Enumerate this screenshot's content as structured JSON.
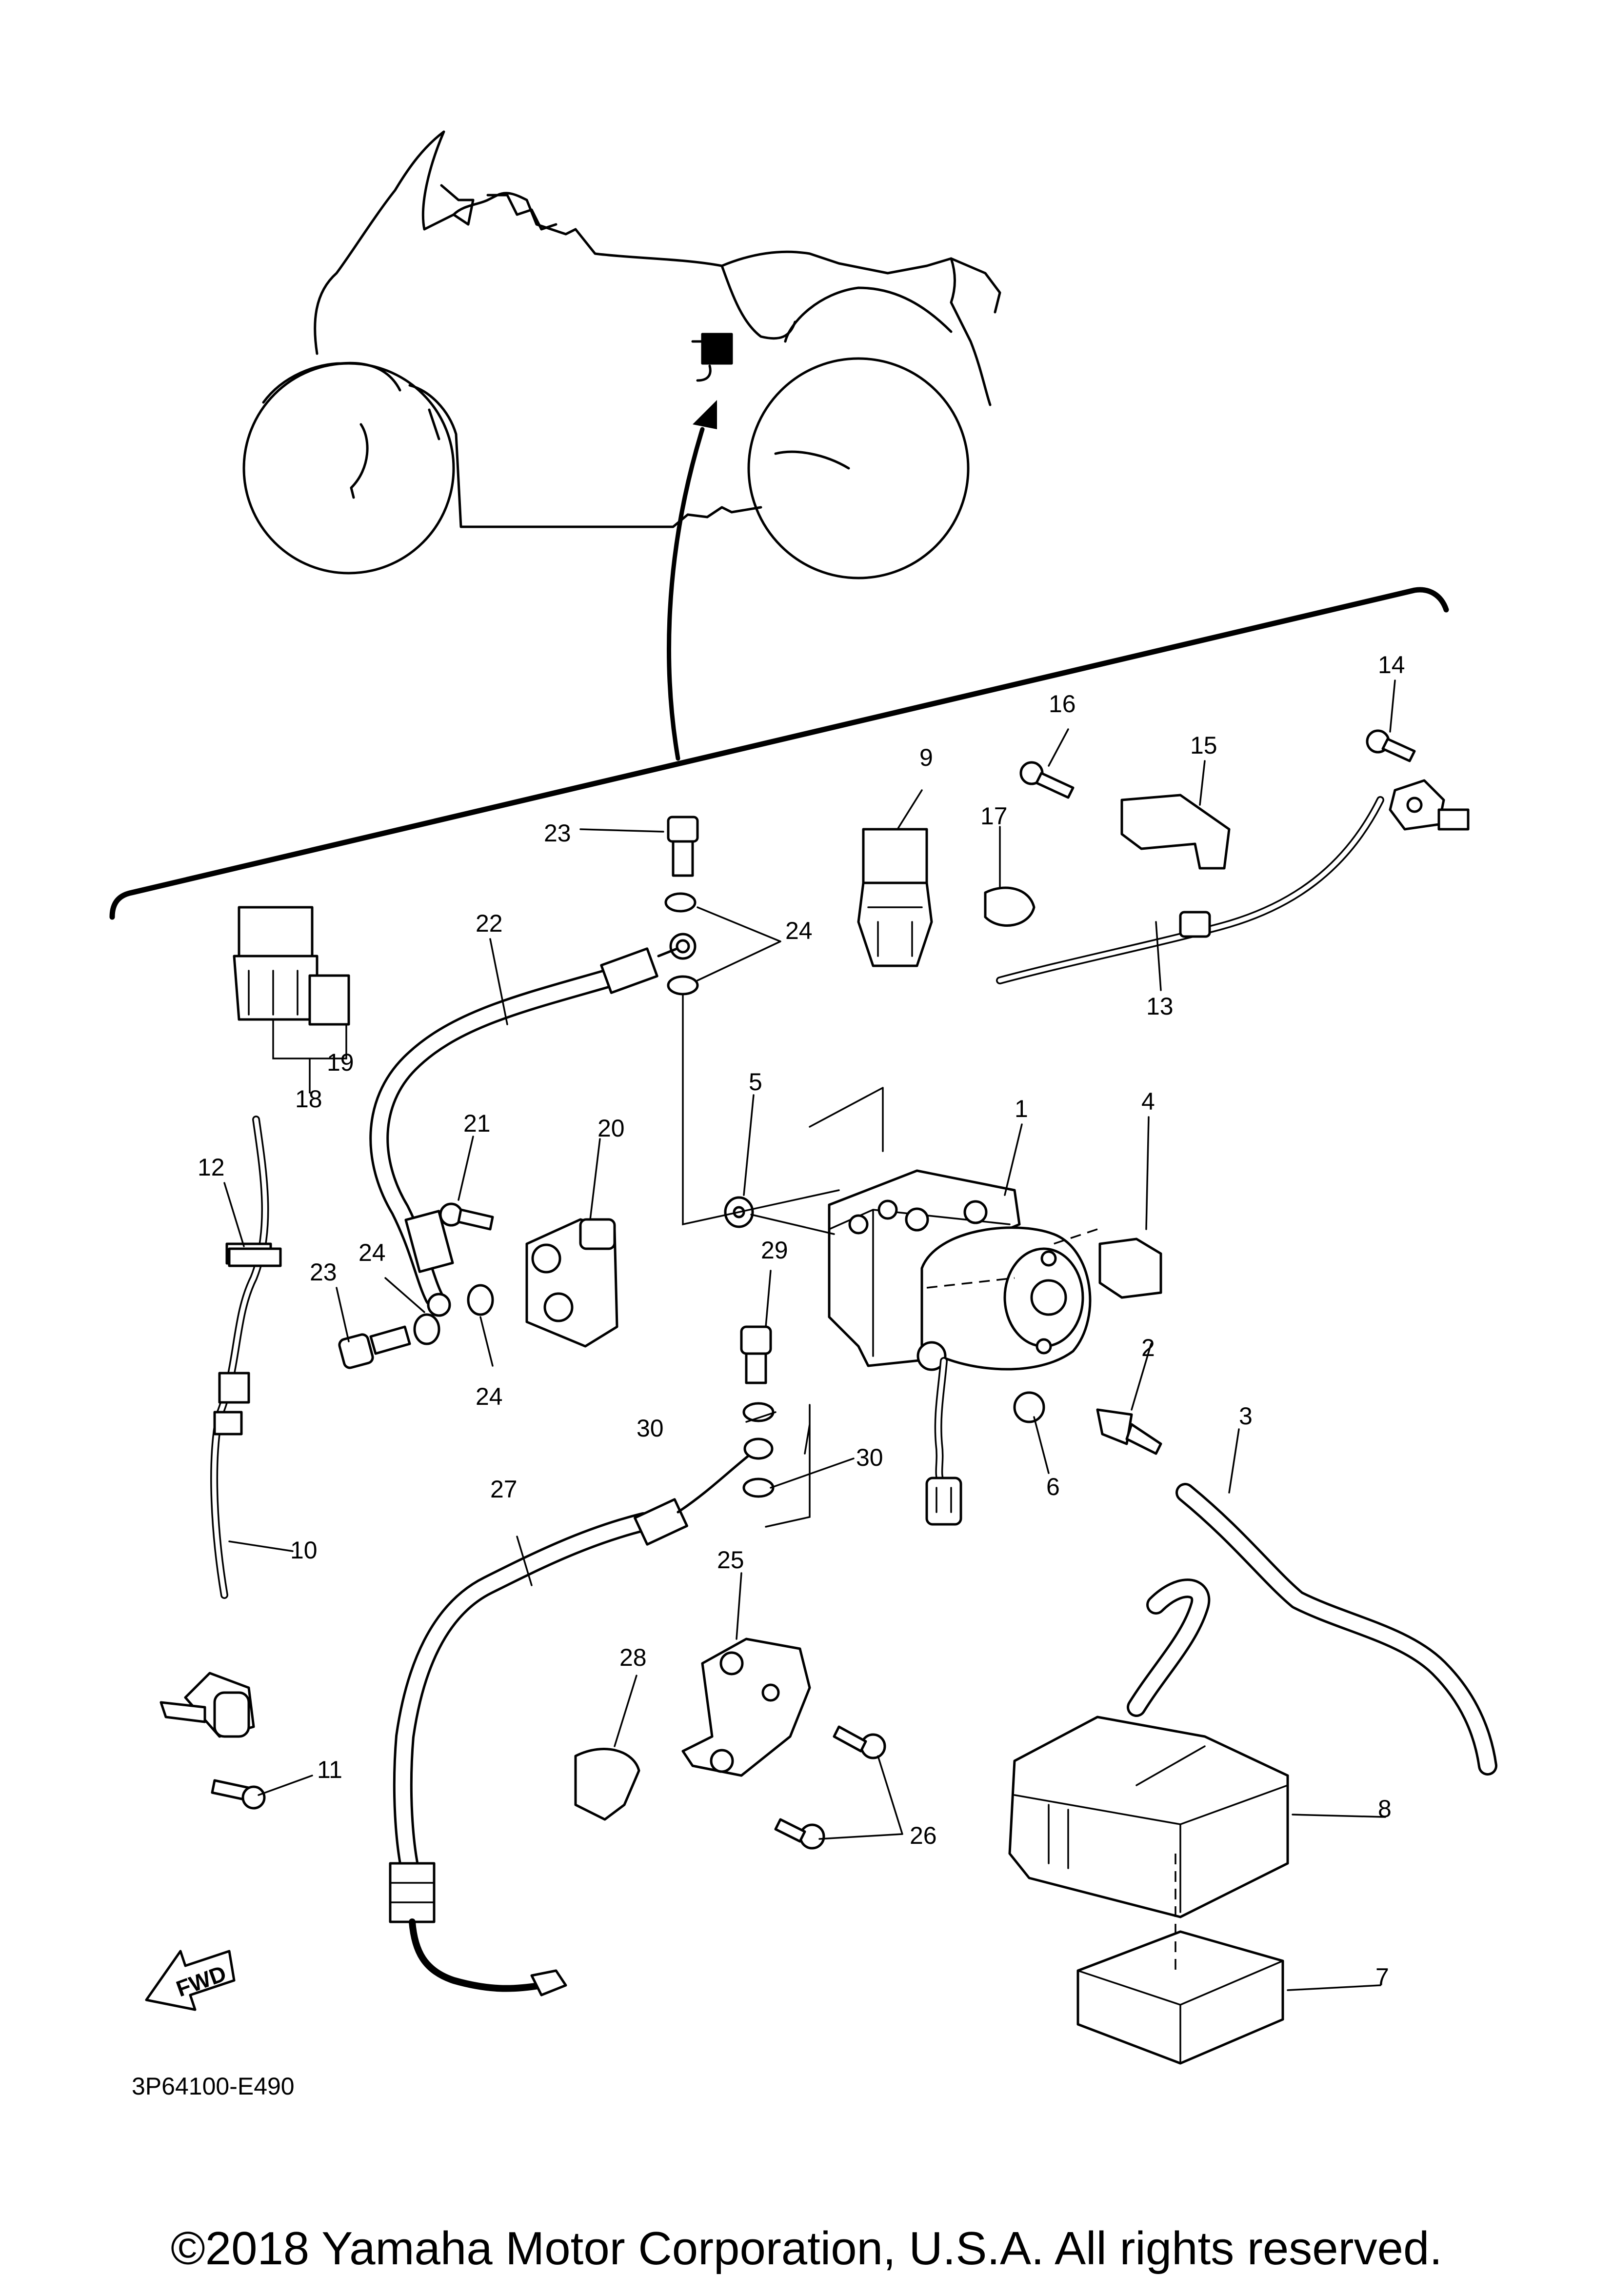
{
  "diagram_code": "3P64100-E490",
  "copyright": "©2018 Yamaha Motor Corporation, U.S.A. All rights reserved.",
  "fwd_label": "FWD",
  "callouts": {
    "c1": "1",
    "c2": "2",
    "c3": "3",
    "c4": "4",
    "c5": "5",
    "c6": "6",
    "c7": "7",
    "c8": "8",
    "c9": "9",
    "c10": "10",
    "c11": "11",
    "c12": "12",
    "c13": "13",
    "c14": "14",
    "c15": "15",
    "c16": "16",
    "c17": "17",
    "c18": "18",
    "c19": "19",
    "c20": "20",
    "c21": "21",
    "c22": "22",
    "c23a": "23",
    "c23b": "23",
    "c24a": "24",
    "c24b": "24",
    "c24c": "24",
    "c25": "25",
    "c26": "26",
    "c27": "27",
    "c28": "28",
    "c29": "29",
    "c30a": "30",
    "c30b": "30"
  }
}
